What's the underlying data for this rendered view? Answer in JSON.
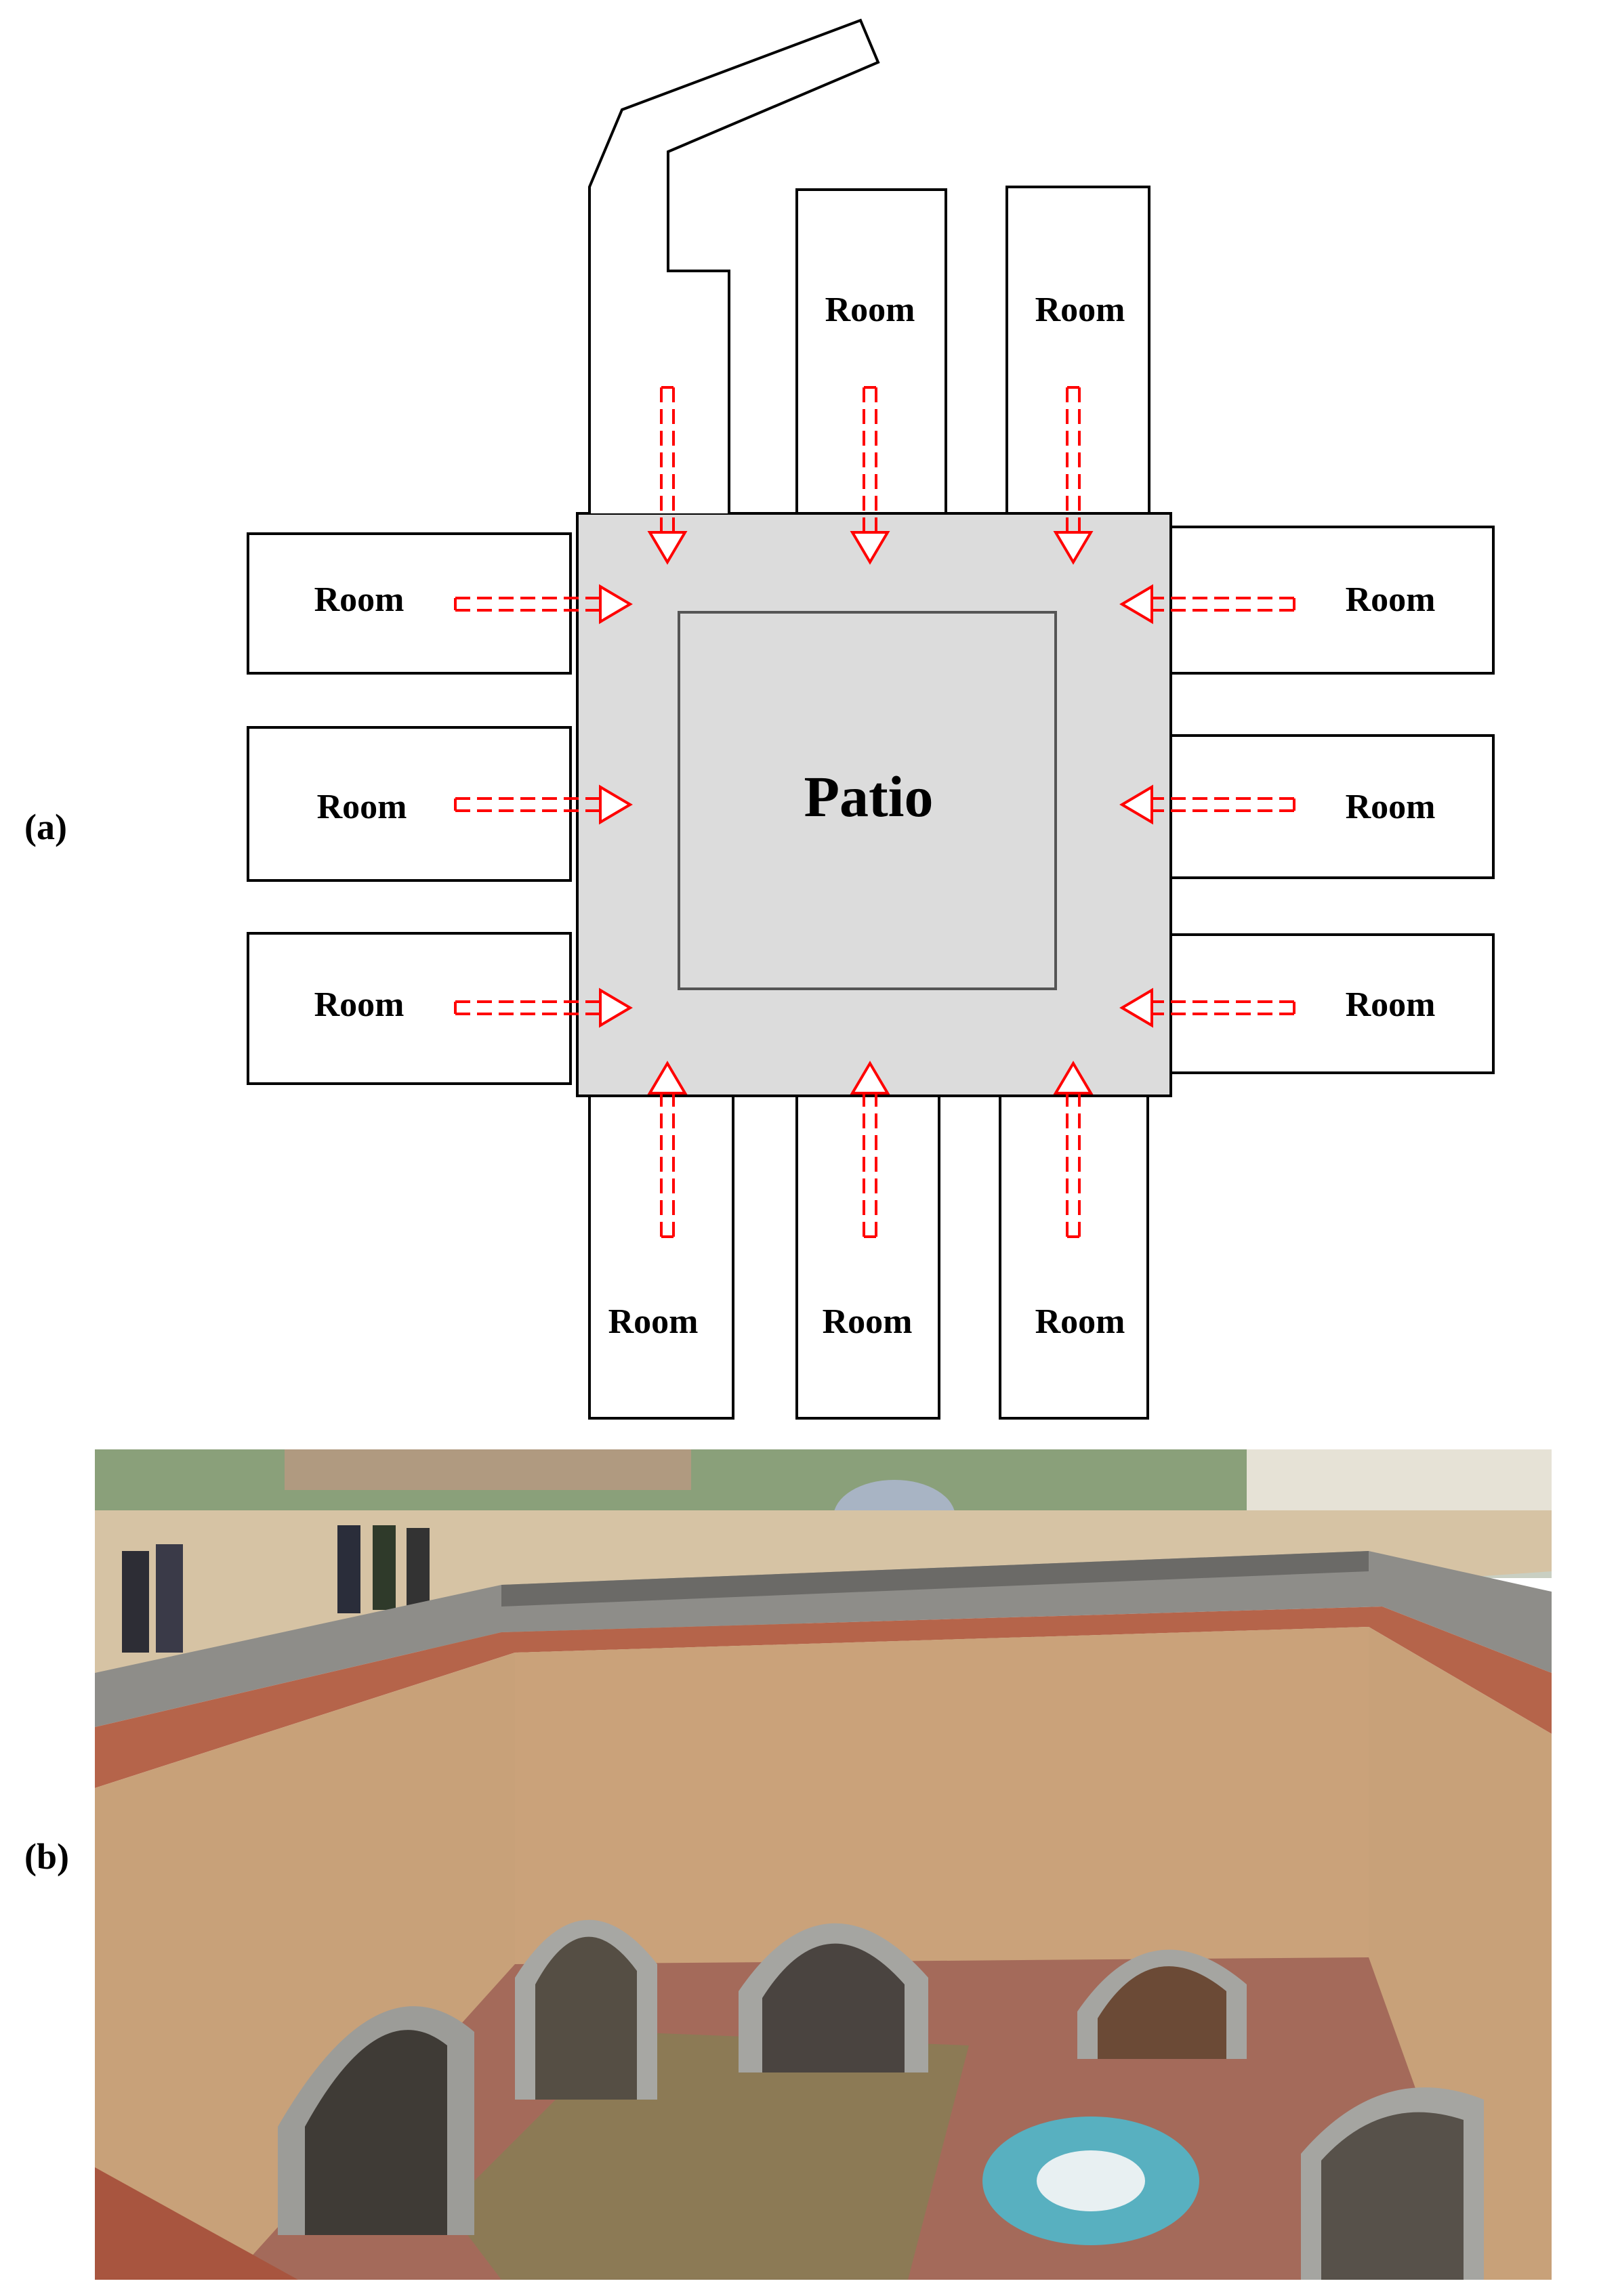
{
  "panels": {
    "a_label": "(a)",
    "b_label": "(b)"
  },
  "diagram": {
    "center_label": "Patio",
    "room_label": "Room",
    "colors": {
      "courtyard_fill": "#dcdcdc",
      "patio_stroke": "#555555",
      "arrow": "#ff0000",
      "outline": "#000000"
    },
    "rooms": [
      {
        "id": "top-1",
        "label": ""
      },
      {
        "id": "top-2",
        "label": "Room"
      },
      {
        "id": "top-3",
        "label": "Room"
      },
      {
        "id": "left-1",
        "label": "Room"
      },
      {
        "id": "left-2",
        "label": "Room"
      },
      {
        "id": "left-3",
        "label": "Room"
      },
      {
        "id": "right-1",
        "label": "Room"
      },
      {
        "id": "right-2",
        "label": "Room"
      },
      {
        "id": "right-3",
        "label": "Room"
      },
      {
        "id": "bottom-1",
        "label": "Room"
      },
      {
        "id": "bottom-2",
        "label": "Room"
      },
      {
        "id": "bottom-3",
        "label": "Room"
      }
    ]
  },
  "photo": {
    "description_icon": "sunken-courtyard-photo"
  }
}
